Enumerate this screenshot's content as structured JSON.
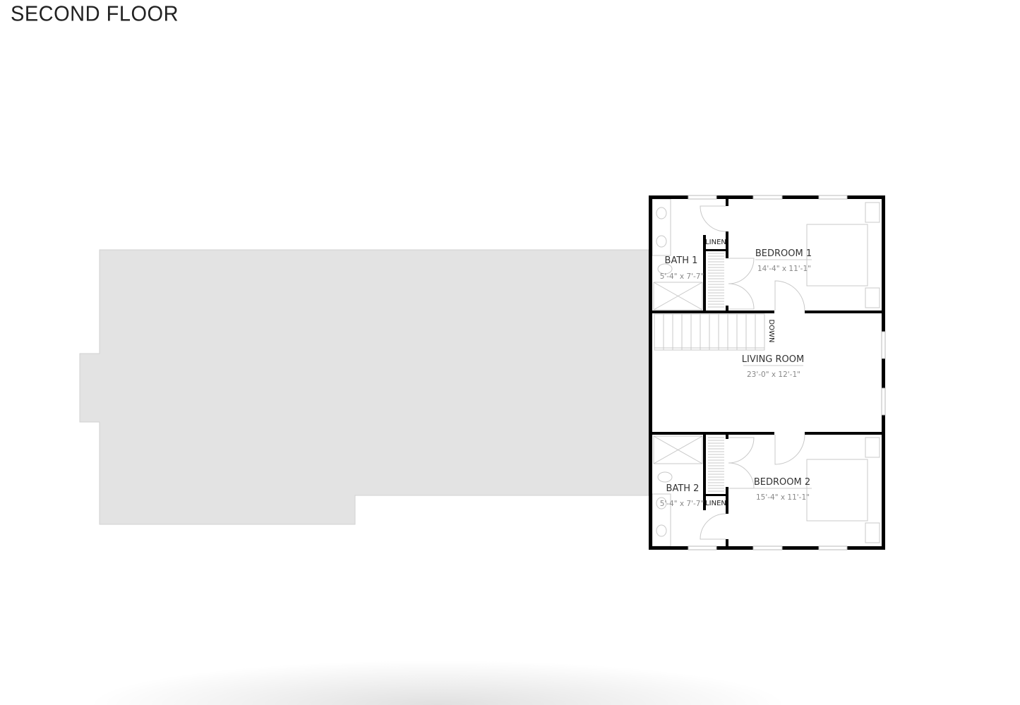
{
  "title": "SECOND FLOOR",
  "colors": {
    "wall": "#000000",
    "footprint": "#e3e3e3",
    "fixture": "#c8c8c8"
  },
  "rooms": [
    {
      "name": "BATH 1",
      "dims": "5'-4\" x 7'-7\""
    },
    {
      "name": "BEDROOM 1",
      "dims": "14'-4\" x 11'-1\""
    },
    {
      "name": "LIVING ROOM",
      "dims": "23'-0\" x 12'-1\""
    },
    {
      "name": "BEDROOM 2",
      "dims": "15'-4\" x 11'-1\""
    },
    {
      "name": "BATH 2",
      "dims": "5'-4\" x 7'-7\""
    }
  ],
  "labels": {
    "linen": "LINEN",
    "stairs": "DOWN"
  }
}
